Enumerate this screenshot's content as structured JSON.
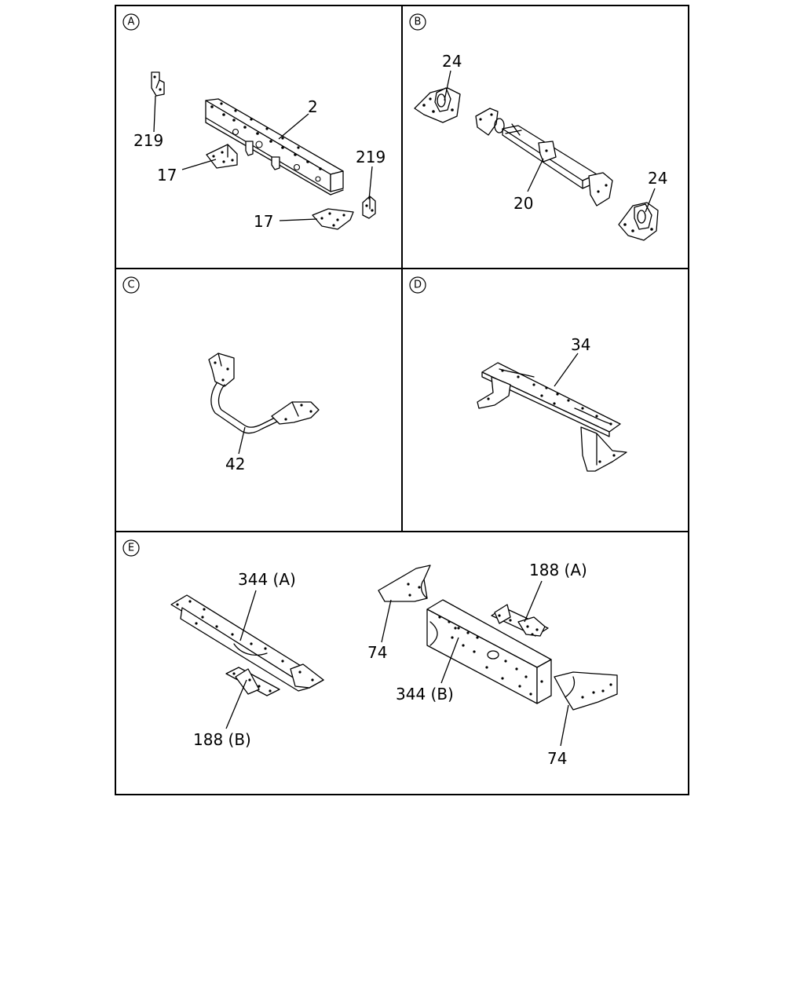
{
  "panels": [
    {
      "id": "A",
      "callouts": [
        "2",
        "219",
        "17",
        "219",
        "17"
      ]
    },
    {
      "id": "B",
      "callouts": [
        "24",
        "20",
        "24"
      ]
    },
    {
      "id": "C",
      "callouts": [
        "42"
      ]
    },
    {
      "id": "D",
      "callouts": [
        "34"
      ]
    },
    {
      "id": "E",
      "callouts": [
        "344 (A)",
        "188 (A)",
        "74",
        "344 (B)",
        "188 (B)",
        "74"
      ]
    }
  ]
}
